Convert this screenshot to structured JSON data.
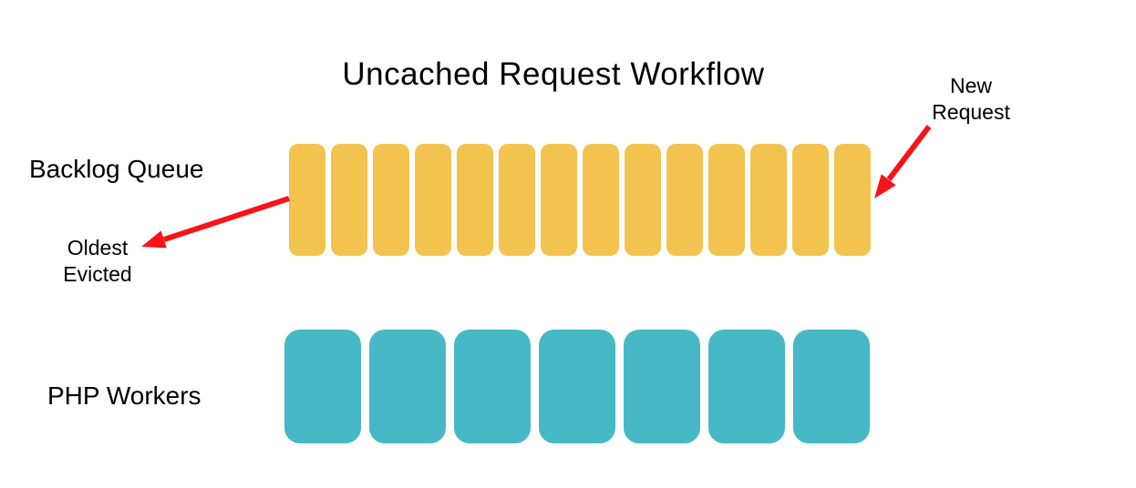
{
  "title": "Uncached Request Workflow",
  "colors": {
    "queue_slot": "#F3C350",
    "worker": "#47B8C6",
    "arrow": "#F71419",
    "text": "#000000",
    "background": "#FFFFFF"
  },
  "backlog_queue": {
    "label": "Backlog Queue",
    "slot_count": 14
  },
  "php_workers": {
    "label": "PHP Workers",
    "worker_count": 7
  },
  "annotations": {
    "new_request": {
      "lines": [
        "New",
        "Request"
      ]
    },
    "oldest_evicted": {
      "lines": [
        "Oldest",
        "Evicted"
      ]
    }
  }
}
